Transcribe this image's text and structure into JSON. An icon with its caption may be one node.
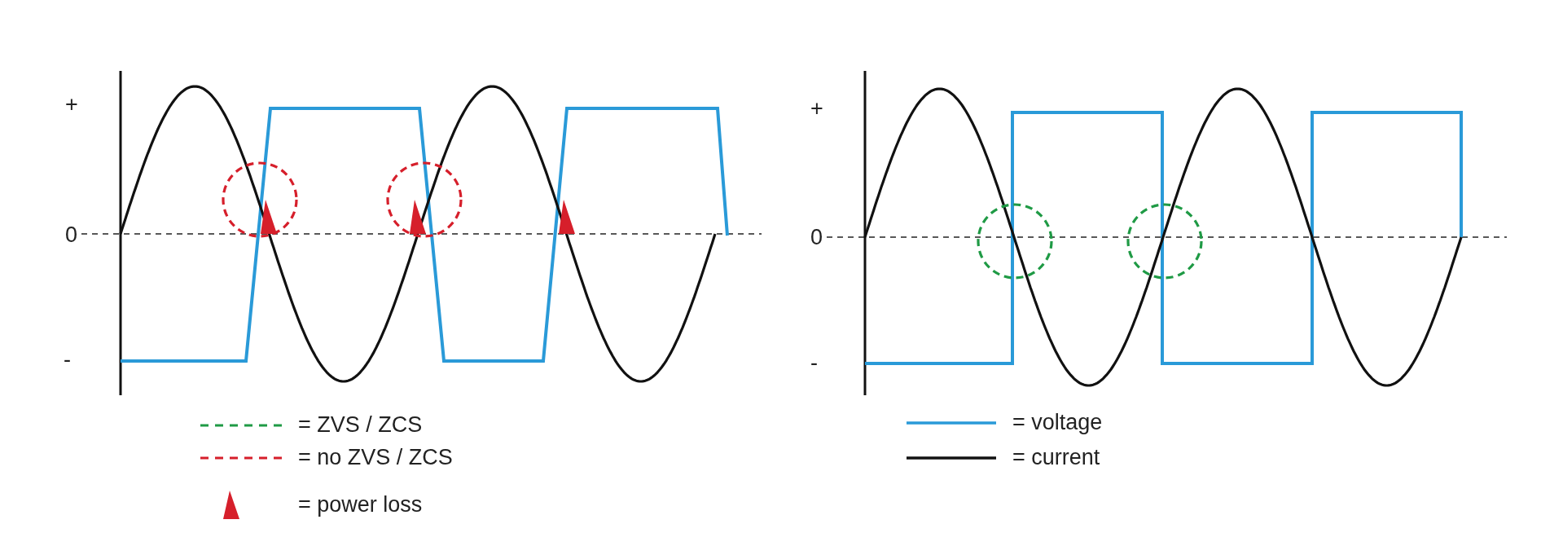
{
  "diagram": {
    "labels": [
      "+",
      "0",
      "-",
      "+",
      "0",
      "-"
    ],
    "legend": [
      {
        "text": "= ZVS / ZCS"
      },
      {
        "text": "= no ZVS / ZCS"
      },
      {
        "text": "= power loss"
      },
      {
        "text": "= voltage"
      },
      {
        "text": "= current"
      }
    ]
  }
}
